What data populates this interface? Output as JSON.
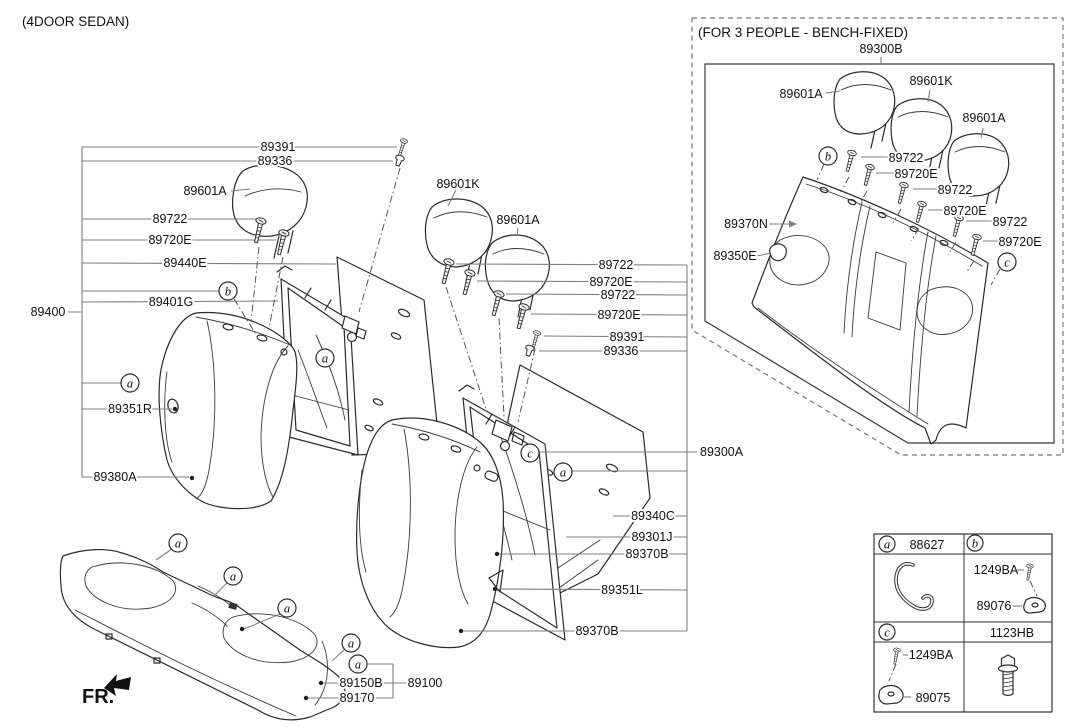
{
  "variant_title": "(4DOOR SEDAN)",
  "fr_label": "FR.",
  "markers": {
    "a": "a",
    "b": "b",
    "c": "c"
  },
  "left_group": {
    "bracket_code": "89400",
    "callouts": {
      "rod_top": "89391",
      "bush_top": "89336",
      "headrest": "89601A",
      "screw1": "89722",
      "screw2": "89720E",
      "board": "89440E",
      "frame": "89401G",
      "side_hole": "89351R",
      "cover": "89380A"
    }
  },
  "center_group": {
    "callouts": {
      "headrest_k": "89601K",
      "headrest_a": "89601A",
      "screw1": "89722",
      "screw2": "89720E",
      "screw3": "89722",
      "screw4": "89720E",
      "rod": "89391",
      "bush": "89336",
      "assembly": "89300A",
      "panel": "89340C",
      "frame": "89301J",
      "cover_upper": "89370B",
      "latch": "89351L",
      "cover_lower": "89370B"
    }
  },
  "cushion_group": {
    "callouts": {
      "pad": "89150B",
      "assembly": "89100",
      "cover": "89170"
    }
  },
  "bench_box": {
    "title": "(FOR 3 PEOPLE - BENCH-FIXED)",
    "assembly_code": "89300B",
    "callouts": {
      "headrest_left": "89601A",
      "headrest_center": "89601K",
      "headrest_right": "89601A",
      "screw1": "89722",
      "screw2": "89720E",
      "screw3": "89722",
      "screw4": "89720E",
      "screw5": "89722",
      "screw6": "89720E",
      "back": "89370N",
      "wire": "89350E"
    }
  },
  "legend_table": {
    "cell_a": {
      "letter": "a",
      "code": "88627"
    },
    "cell_b": {
      "letter": "b",
      "screw": "1249BA",
      "clip": "89076"
    },
    "cell_c": {
      "letter": "c",
      "screw": "1249BA",
      "clip": "89075"
    },
    "cell_bolt": {
      "code": "1123HB"
    }
  }
}
